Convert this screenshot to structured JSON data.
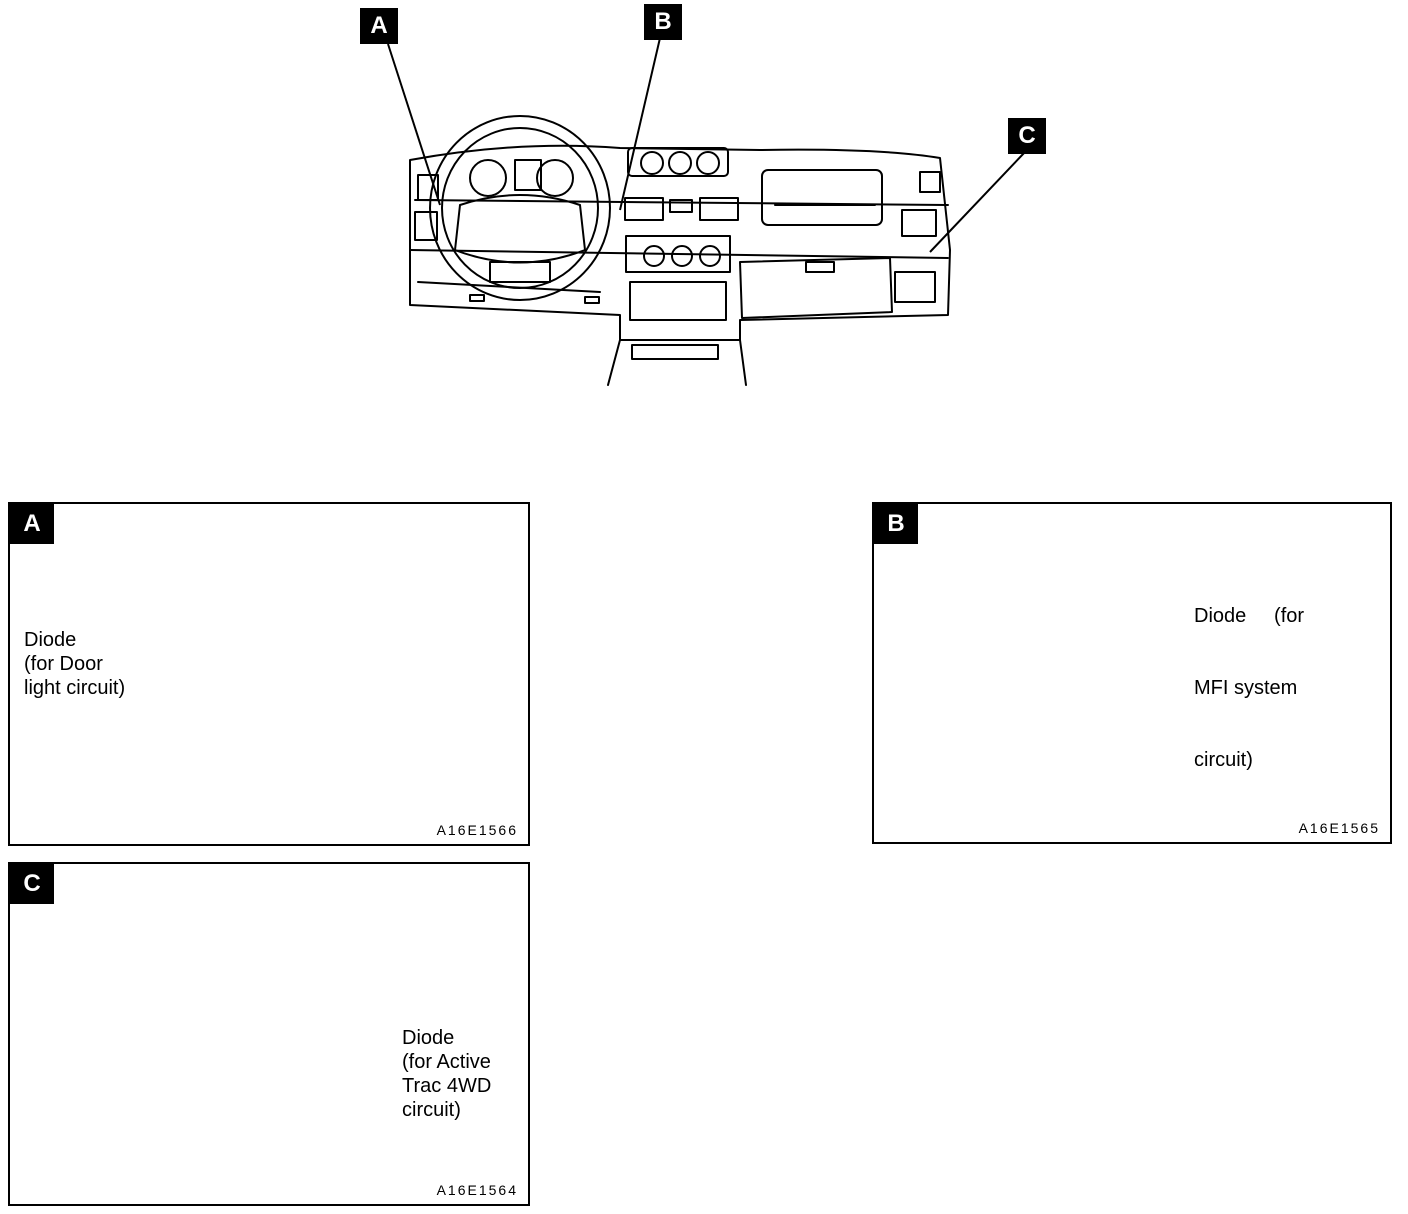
{
  "overview": {
    "tag_a": "A",
    "tag_b": "B",
    "tag_c": "C"
  },
  "panel_a": {
    "tag": "A",
    "label_lines": [
      "Diode",
      "(for Door",
      "light circuit)"
    ],
    "code": "A16E1566"
  },
  "panel_b": {
    "tag": "B",
    "label_lines": [
      "Diode     (for",
      "MFI system",
      "circuit)"
    ],
    "code": "A16E1565"
  },
  "panel_c": {
    "tag": "C",
    "label_lines": [
      "Diode",
      "(for Active",
      "Trac 4WD",
      "circuit)"
    ],
    "code": "A16E1564"
  },
  "colors": {
    "ink": "#000000",
    "paper": "#ffffff"
  }
}
